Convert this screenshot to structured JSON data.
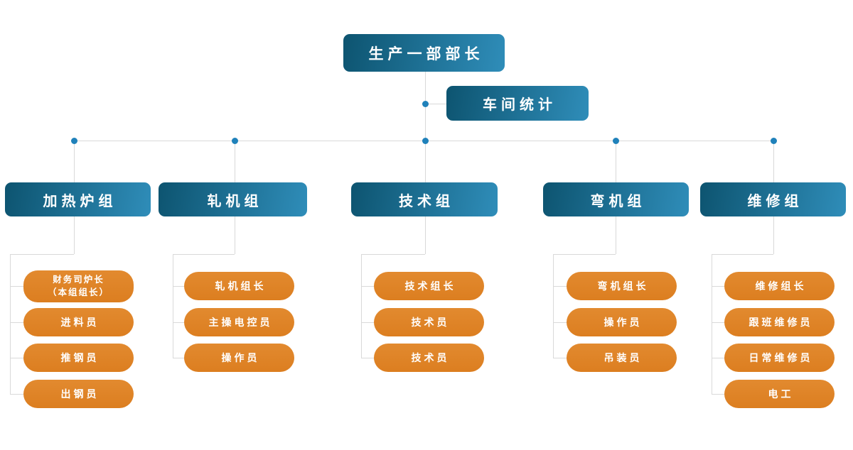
{
  "colors": {
    "blue_gradient_start": "#0d5470",
    "blue_gradient_end": "#2f8db9",
    "orange": "#df8226",
    "connector_line": "#d9d9d9",
    "connector_dot": "#1f81ba",
    "text": "#ffffff"
  },
  "root": {
    "label": "生产一部部长"
  },
  "stat": {
    "label": "车间统计"
  },
  "groups": [
    {
      "label": "加热炉组",
      "children": [
        "财务司炉长\n（本组组长）",
        "进料员",
        "推钢员",
        "出钢员"
      ]
    },
    {
      "label": "轧机组",
      "children": [
        "轧机组长",
        "主操电控员",
        "操作员"
      ]
    },
    {
      "label": "技术组",
      "children": [
        "技术组长",
        "技术员",
        "技术员"
      ]
    },
    {
      "label": "弯机组",
      "children": [
        "弯机组长",
        "操作员",
        "吊装员"
      ]
    },
    {
      "label": "维修组",
      "children": [
        "维修组长",
        "跟班维修员",
        "日常维修员",
        "电工"
      ]
    }
  ]
}
